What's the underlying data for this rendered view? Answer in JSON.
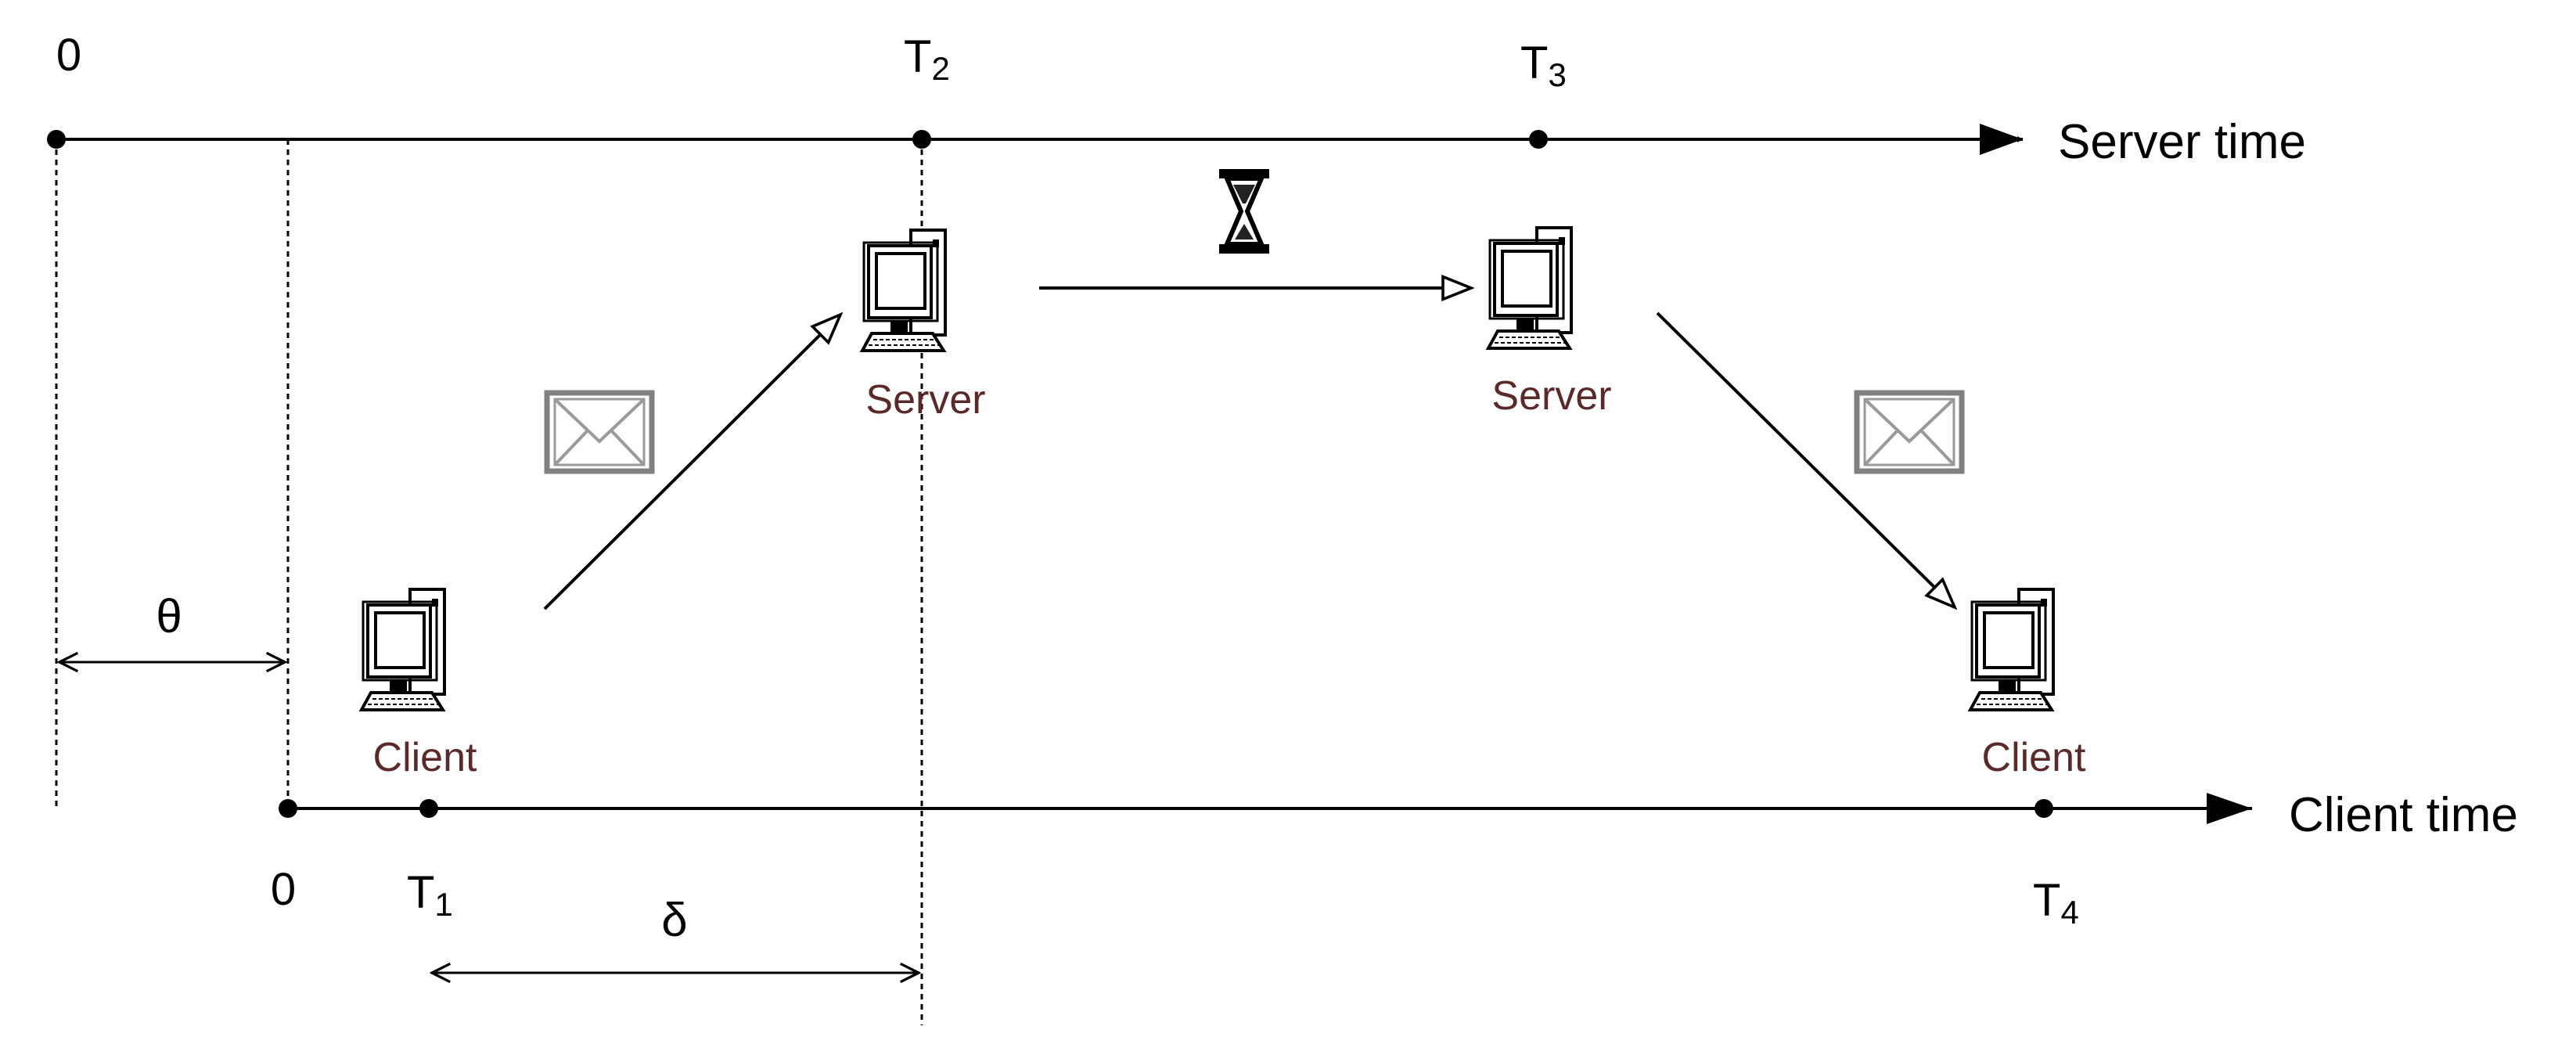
{
  "axes": {
    "server": {
      "label": "Server time",
      "origin": "0"
    },
    "client": {
      "label": "Client time",
      "origin": "0"
    }
  },
  "timestamps": {
    "t1": {
      "letter": "T",
      "sub": "1"
    },
    "t2": {
      "letter": "T",
      "sub": "2"
    },
    "t3": {
      "letter": "T",
      "sub": "3"
    },
    "t4": {
      "letter": "T",
      "sub": "4"
    }
  },
  "offset_symbol": "θ",
  "delay_symbol": "δ",
  "nodes": {
    "client_send": "Client",
    "server_receive": "Server",
    "server_send": "Server",
    "client_receive": "Client"
  },
  "icons": [
    "computer-icon",
    "envelope-icon",
    "hourglass-icon"
  ]
}
